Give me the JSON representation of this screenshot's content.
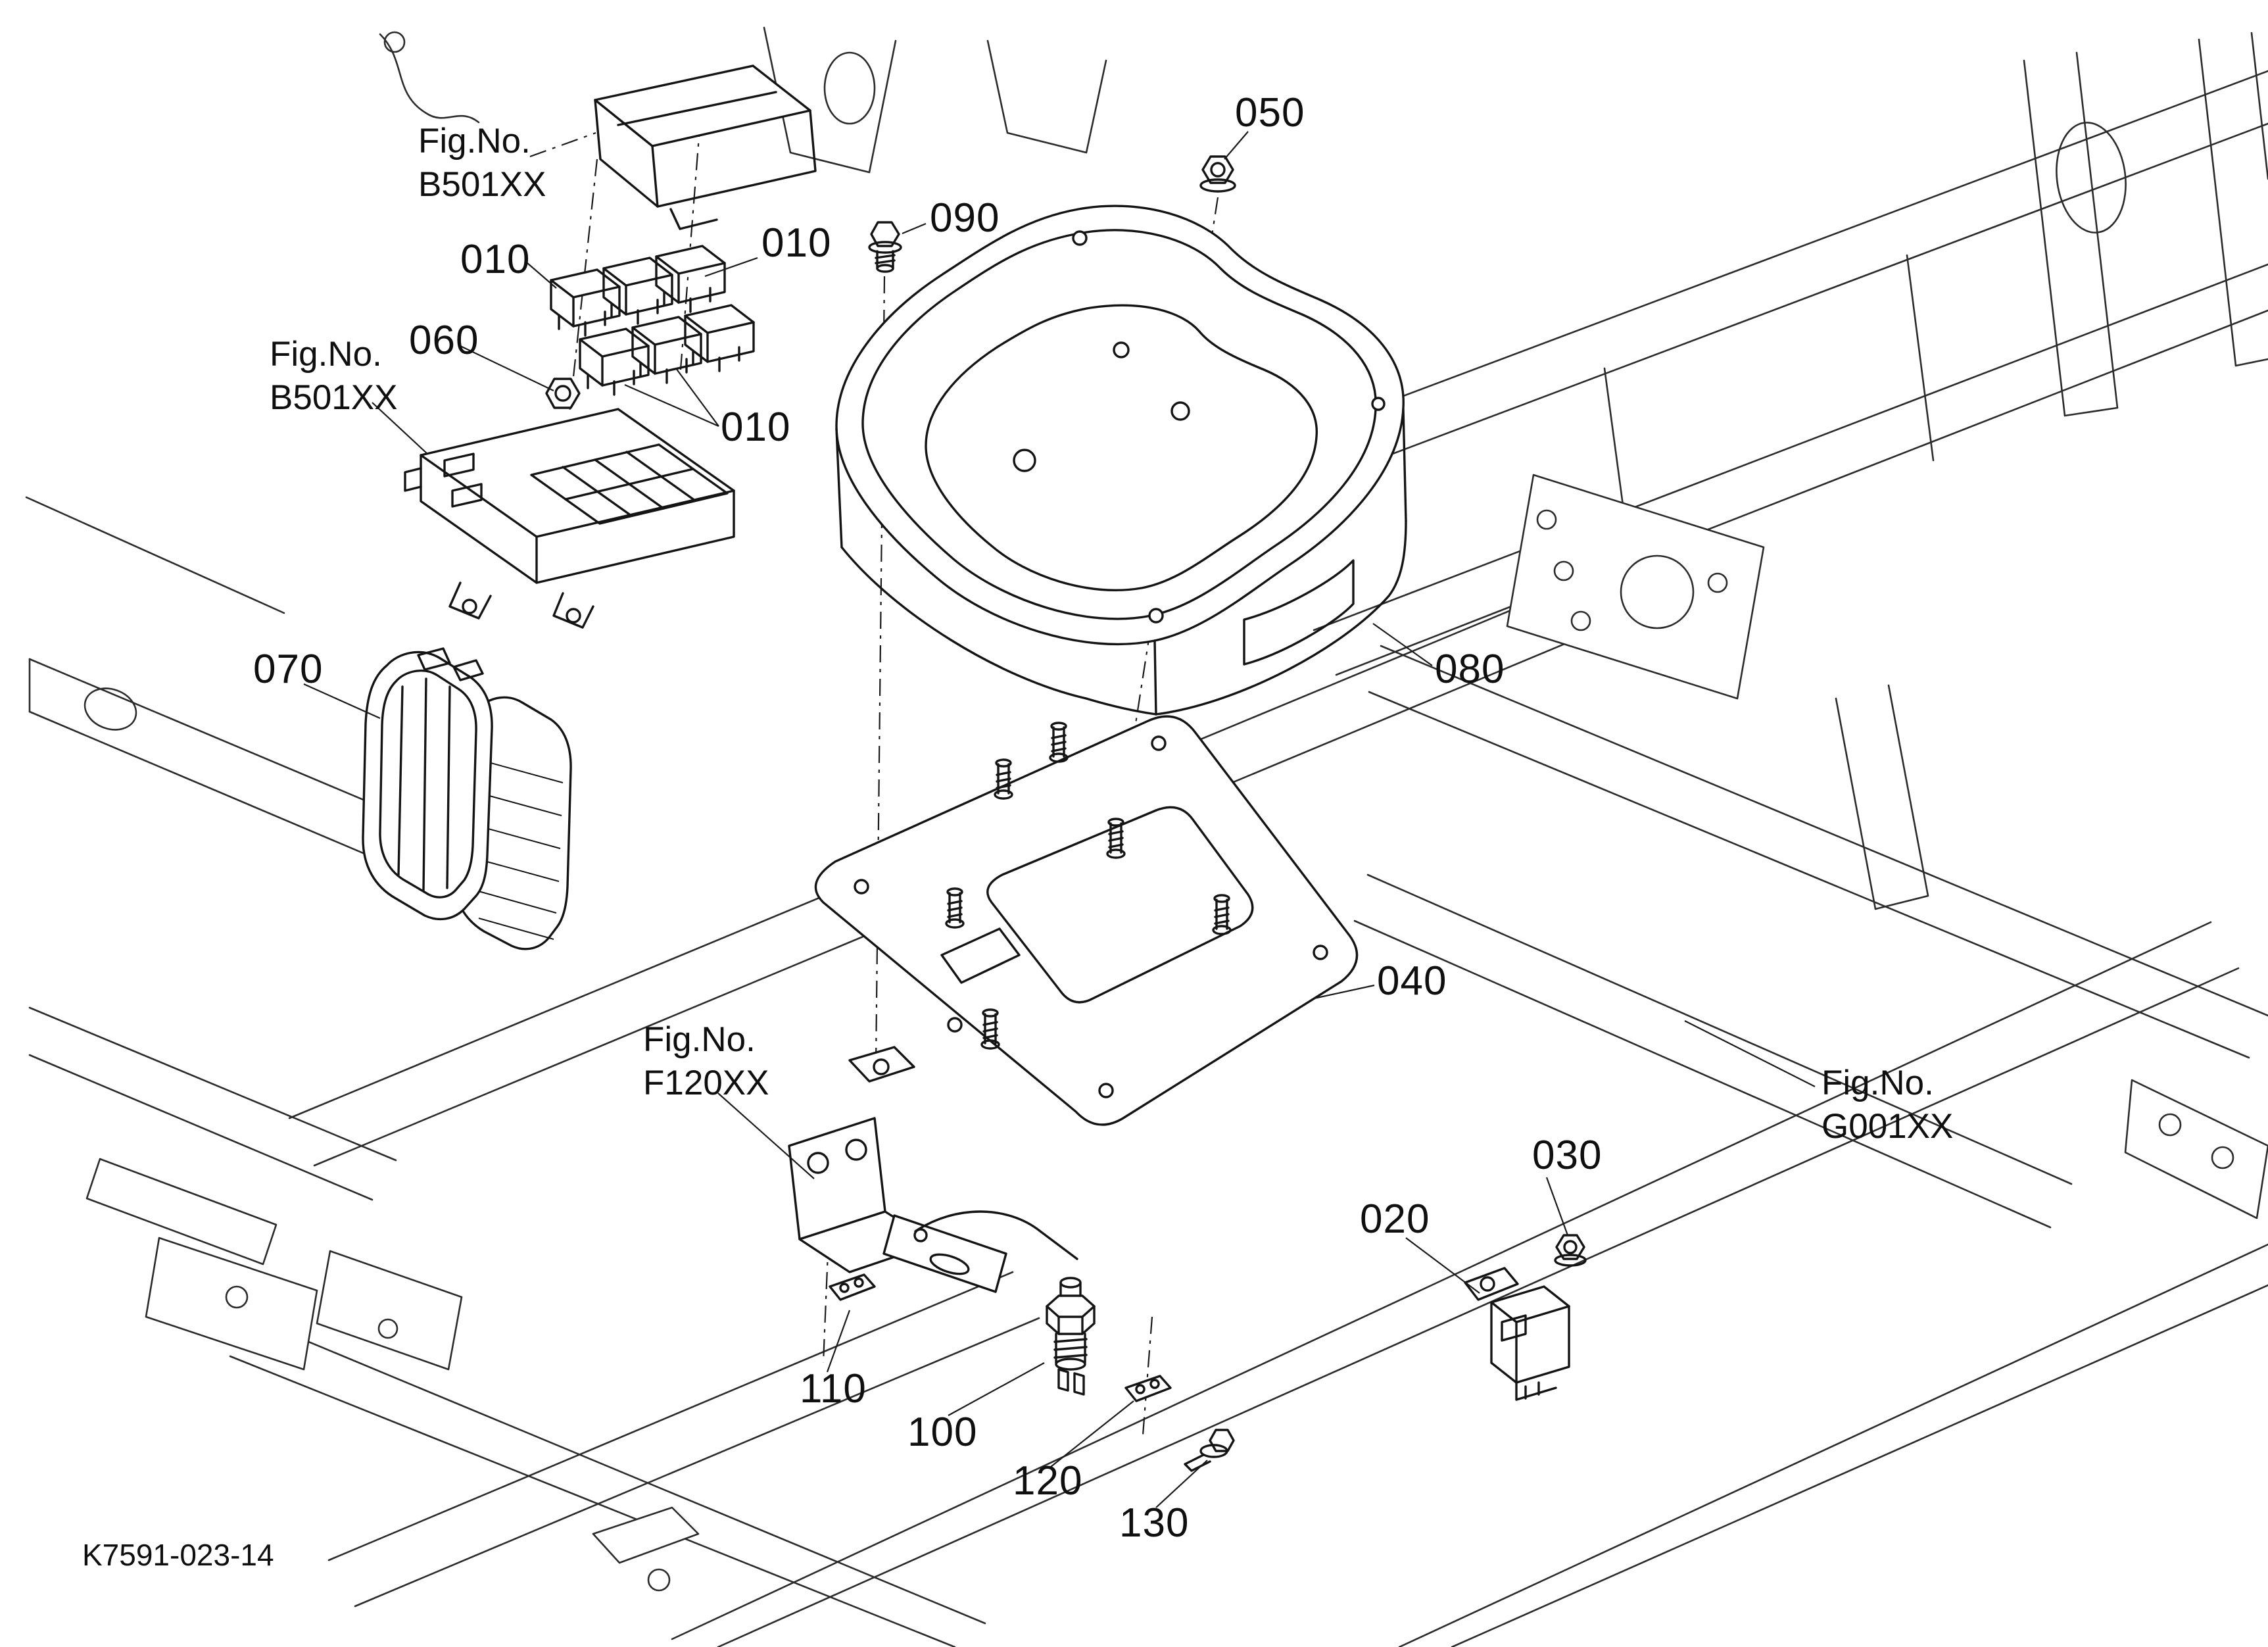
{
  "diagram": {
    "drawing_number": "K7591-023-14"
  },
  "callouts": {
    "c010a": "010",
    "c010b": "010",
    "c010c": "010",
    "c020": "020",
    "c030": "030",
    "c040": "040",
    "c050": "050",
    "c060": "060",
    "c070": "070",
    "c080": "080",
    "c090": "090",
    "c100": "100",
    "c110": "110",
    "c120": "120",
    "c130": "130"
  },
  "fig_refs": {
    "b501_top": {
      "line1": "Fig.No.",
      "line2": "B501XX"
    },
    "b501_left": {
      "line1": "Fig.No.",
      "line2": "B501XX"
    },
    "f120": {
      "line1": "Fig.No.",
      "line2": "F120XX"
    },
    "g001": {
      "line1": "Fig.No.",
      "line2": "G001XX"
    }
  }
}
